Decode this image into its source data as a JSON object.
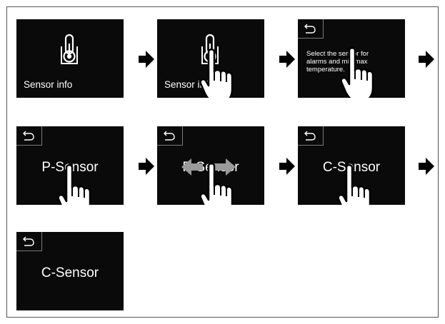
{
  "screens": [
    {
      "label": "Sensor info"
    },
    {
      "label": "Sensor info"
    },
    {
      "text": [
        "Select the sensor for",
        "alarms and min/max",
        "temperature."
      ]
    },
    {
      "label": "P-Sensor"
    },
    {
      "label": "P-Sensor"
    },
    {
      "label": "C-Sensor"
    },
    {
      "label": "C-Sensor"
    }
  ],
  "icons": {
    "thermometer": "thermometer-icon",
    "back": "back-arrow-icon",
    "hand": "pointing-hand-icon",
    "flow_arrow": "right-arrow-icon",
    "swipe": "swipe-arrows-icon"
  },
  "colors": {
    "screen_bg": "#0a0a0a",
    "screen_text": "#ffffff",
    "arrow": "#000000",
    "swipe_arrows": "#9a9a9a",
    "frame_border": "#555555"
  }
}
